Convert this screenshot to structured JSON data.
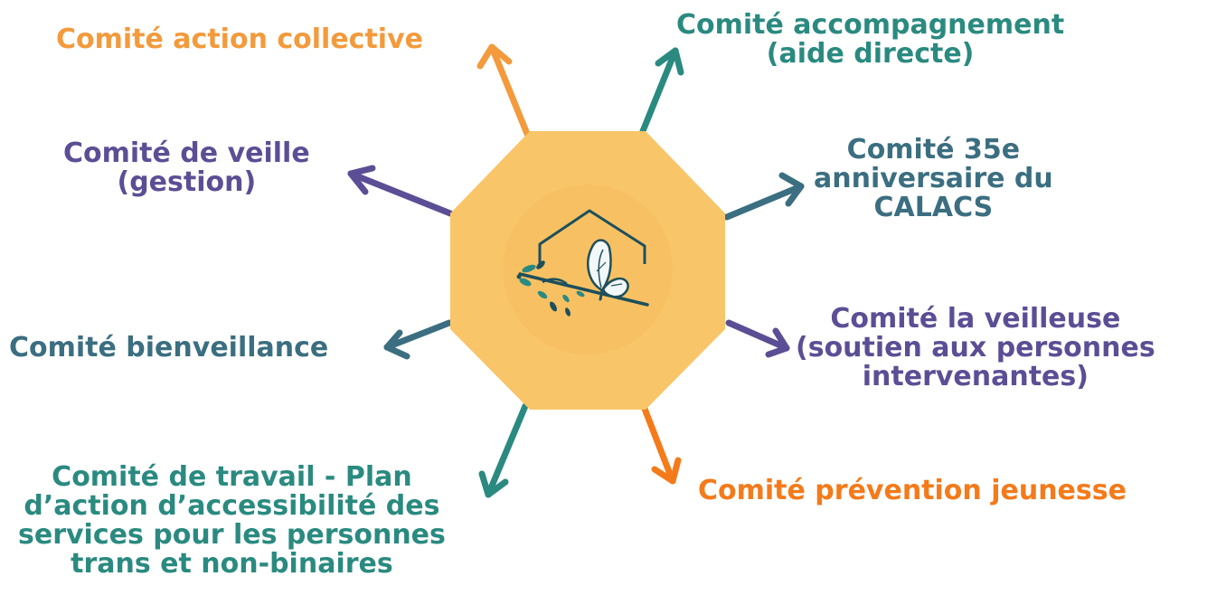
{
  "hub": {
    "fill_color": "#f9c569",
    "icon": "house-butterfly-logo-icon"
  },
  "committees": [
    {
      "lines": [
        "Comité action collective"
      ],
      "color": "#f39a3c"
    },
    {
      "lines": [
        "Comité accompagnement",
        "(aide directe)"
      ],
      "color": "#2a8a80"
    },
    {
      "lines": [
        "Comité de veille",
        "(gestion)"
      ],
      "color": "#5c4e95"
    },
    {
      "lines": [
        "Comité 35e",
        "anniversaire du",
        "CALACS"
      ],
      "color": "#3b6e80"
    },
    {
      "lines": [
        "Comité bienveillance"
      ],
      "color": "#3b6e80"
    },
    {
      "lines": [
        "Comité la veilleuse",
        "(soutien aux personnes",
        "intervenantes)"
      ],
      "color": "#5c4e95"
    },
    {
      "lines": [
        "Comité de travail - Plan",
        "d’action d’accessibilité des",
        "services pour les personnes",
        "trans et non-binaires"
      ],
      "color": "#2a8a80"
    },
    {
      "lines": [
        "Comité prévention jeunesse"
      ],
      "color": "#f47a1a"
    }
  ]
}
